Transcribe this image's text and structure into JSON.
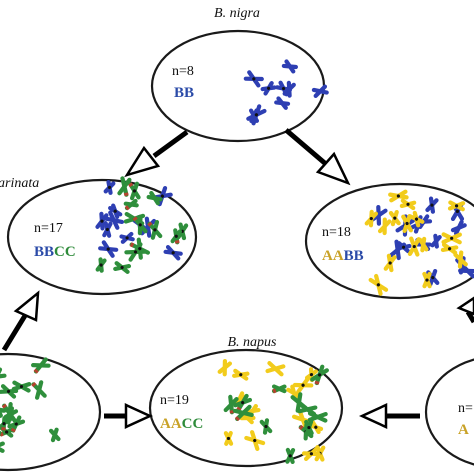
{
  "colors": {
    "genome_A": "#c9a227",
    "genome_B": "#2b4ba8",
    "genome_C": "#2e8b3a",
    "chrom_A": "#f2cc1c",
    "chrom_B": "#2e3fb3",
    "chrom_C": "#2f8f3c",
    "centromere": "#111111",
    "band": "#b4432e"
  },
  "species": {
    "nigra": {
      "title": "B. nigra",
      "n_label": "n=8",
      "genome": [
        {
          "letters": "BB",
          "color": "#2b4ba8"
        }
      ]
    },
    "carinata": {
      "title": "arinata",
      "n_label": "n=17",
      "genome": [
        {
          "letters": "BB",
          "color": "#2b4ba8"
        },
        {
          "letters": "CC",
          "color": "#2e8b3a"
        }
      ]
    },
    "juncea": {
      "title": "",
      "n_label": "n=18",
      "genome": [
        {
          "letters": "AA",
          "color": "#c9a227"
        },
        {
          "letters": "BB",
          "color": "#2b4ba8"
        }
      ]
    },
    "napus": {
      "title": "B. napus",
      "n_label": "n=19",
      "genome": [
        {
          "letters": "AA",
          "color": "#c9a227"
        },
        {
          "letters": "CC",
          "color": "#2e8b3a"
        }
      ]
    },
    "oleracea": {
      "title": "",
      "n_label": "",
      "genome": []
    },
    "rapa": {
      "title": "",
      "n_label": "n=",
      "genome": [
        {
          "letters": "A",
          "color": "#c9a227"
        }
      ]
    }
  },
  "icons": {
    "arrow": "hollow-triangle-arrow-icon",
    "chromosome": "chromosome-icon"
  }
}
